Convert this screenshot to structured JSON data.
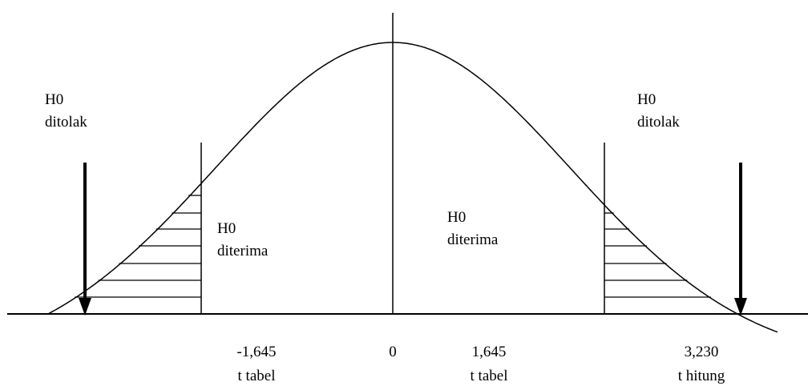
{
  "regions": {
    "left_reject": {
      "line1": "H0",
      "line2": "ditolak"
    },
    "left_accept": {
      "line1": "H0",
      "line2": "diterima"
    },
    "right_accept": {
      "line1": "H0",
      "line2": "diterima"
    },
    "right_reject": {
      "line1": "H0",
      "line2": "ditolak"
    }
  },
  "axis_labels": {
    "neg_critical": {
      "value": "-1,645",
      "caption": "t tabel"
    },
    "center": {
      "value": "0"
    },
    "pos_critical": {
      "value": "1,645",
      "caption": "t tabel"
    },
    "computed": {
      "value": "3,230",
      "caption": "t hitung"
    }
  }
}
